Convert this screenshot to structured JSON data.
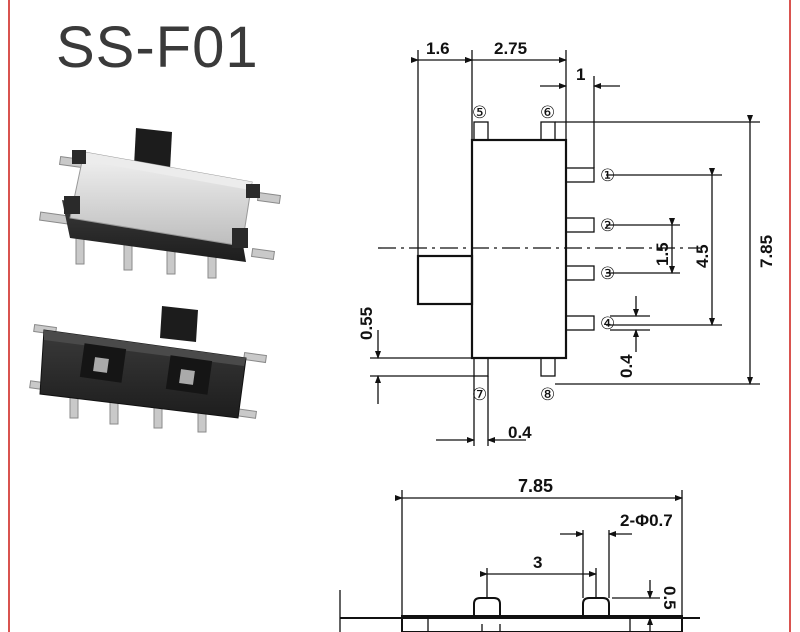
{
  "title": "SS-F01",
  "top_view": {
    "dims": {
      "d_1_6": "1.6",
      "d_2_75": "2.75",
      "d_1": "1",
      "d_1_5": "1.5",
      "d_4_5": "4.5",
      "d_7_85": "7.85",
      "d_0_55": "0.55",
      "d_0_4_right": "0.4",
      "d_0_4_bottom": "0.4"
    },
    "pins": {
      "p1": "①",
      "p2": "②",
      "p3": "③",
      "p4": "④",
      "p5": "⑤",
      "p6": "⑥",
      "p7": "⑦",
      "p8": "⑧"
    }
  },
  "side_view": {
    "dims": {
      "width": "7.85",
      "hole": "2-Φ0.7",
      "spacing": "3",
      "d_0_5": "0.5"
    }
  },
  "colors": {
    "frame": "#d9534f",
    "line": "#111111",
    "component_body": "#2b2b2b",
    "metal_cover": "#d7d7d7"
  }
}
